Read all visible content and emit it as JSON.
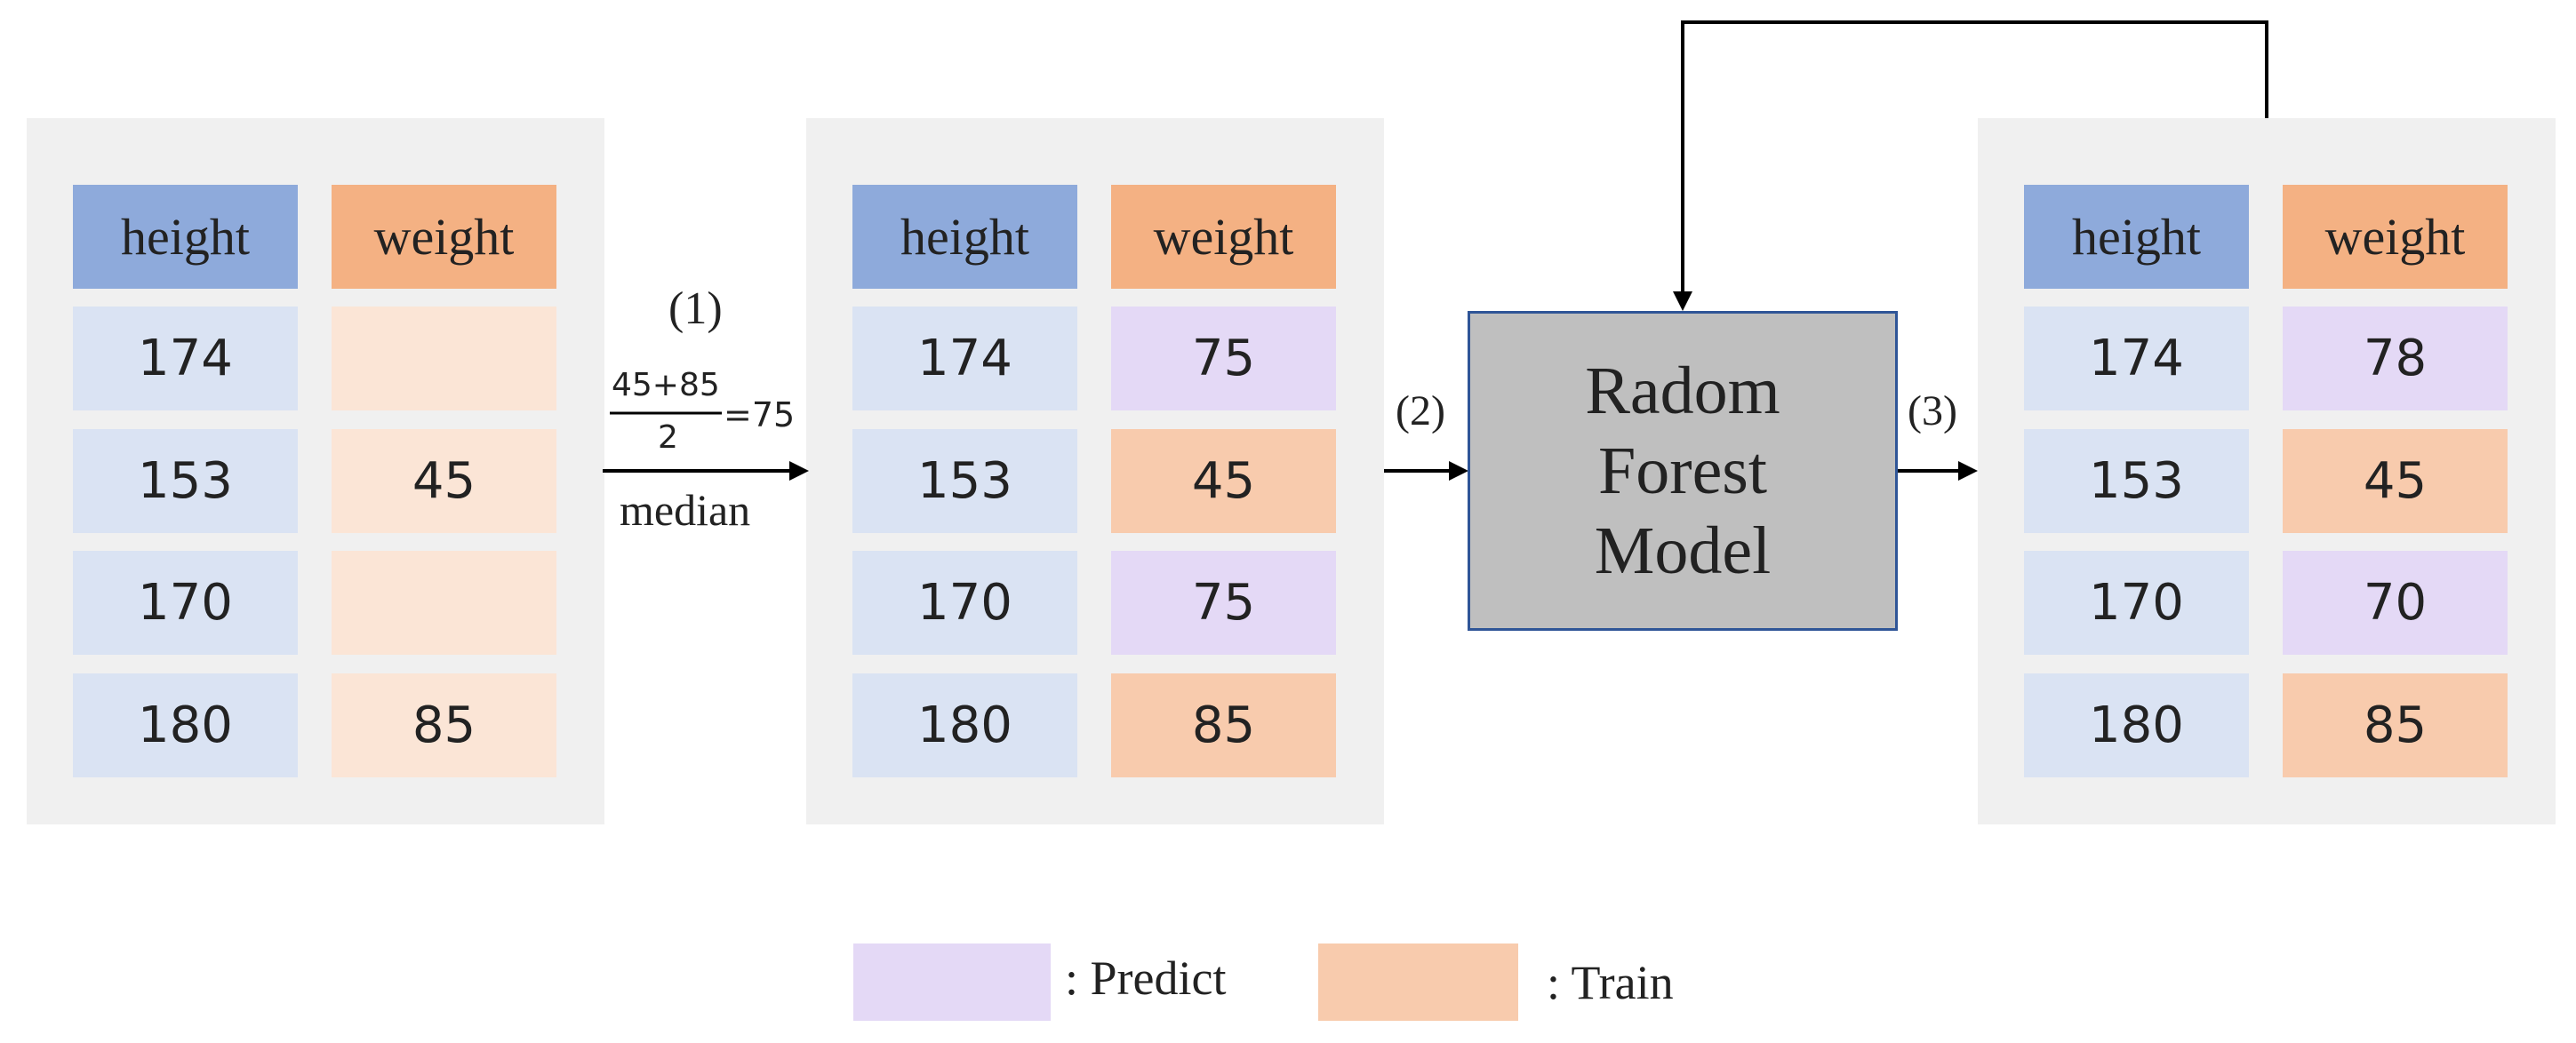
{
  "tables": [
    {
      "header": {
        "height": "height",
        "weight": "weight"
      },
      "rows": [
        {
          "height": "174",
          "weight": "",
          "weight_kind": "light"
        },
        {
          "height": "153",
          "weight": "45",
          "weight_kind": "light"
        },
        {
          "height": "170",
          "weight": "",
          "weight_kind": "light"
        },
        {
          "height": "180",
          "weight": "85",
          "weight_kind": "light"
        }
      ]
    },
    {
      "header": {
        "height": "height",
        "weight": "weight"
      },
      "rows": [
        {
          "height": "174",
          "weight": "75",
          "weight_kind": "predict"
        },
        {
          "height": "153",
          "weight": "45",
          "weight_kind": "train"
        },
        {
          "height": "170",
          "weight": "75",
          "weight_kind": "predict"
        },
        {
          "height": "180",
          "weight": "85",
          "weight_kind": "train"
        }
      ]
    },
    {
      "header": {
        "height": "height",
        "weight": "weight"
      },
      "rows": [
        {
          "height": "174",
          "weight": "78",
          "weight_kind": "predict"
        },
        {
          "height": "153",
          "weight": "45",
          "weight_kind": "train"
        },
        {
          "height": "170",
          "weight": "70",
          "weight_kind": "predict"
        },
        {
          "height": "180",
          "weight": "85",
          "weight_kind": "train"
        }
      ]
    }
  ],
  "step1": {
    "label": "(1)",
    "formula_numerator": "45+85",
    "formula_denominator": "2",
    "formula_result": "=75",
    "method": "median"
  },
  "step2": {
    "label": "(2)"
  },
  "step3": {
    "label": "(3)"
  },
  "model": {
    "line1": "Radom",
    "line2": "Forest",
    "line3": "Model"
  },
  "legend": {
    "predict_label": ": Predict",
    "train_label": ": Train",
    "predict_color": "#e4d9f6",
    "train_color": "#f8cbad"
  },
  "colors": {
    "height_header": "#8eaadb",
    "weight_header": "#f4b183",
    "height_cell": "#dae3f3",
    "weight_missing_source": "#fbe5d6",
    "model_fill": "#bfbfbf",
    "model_border": "#2f5597"
  }
}
